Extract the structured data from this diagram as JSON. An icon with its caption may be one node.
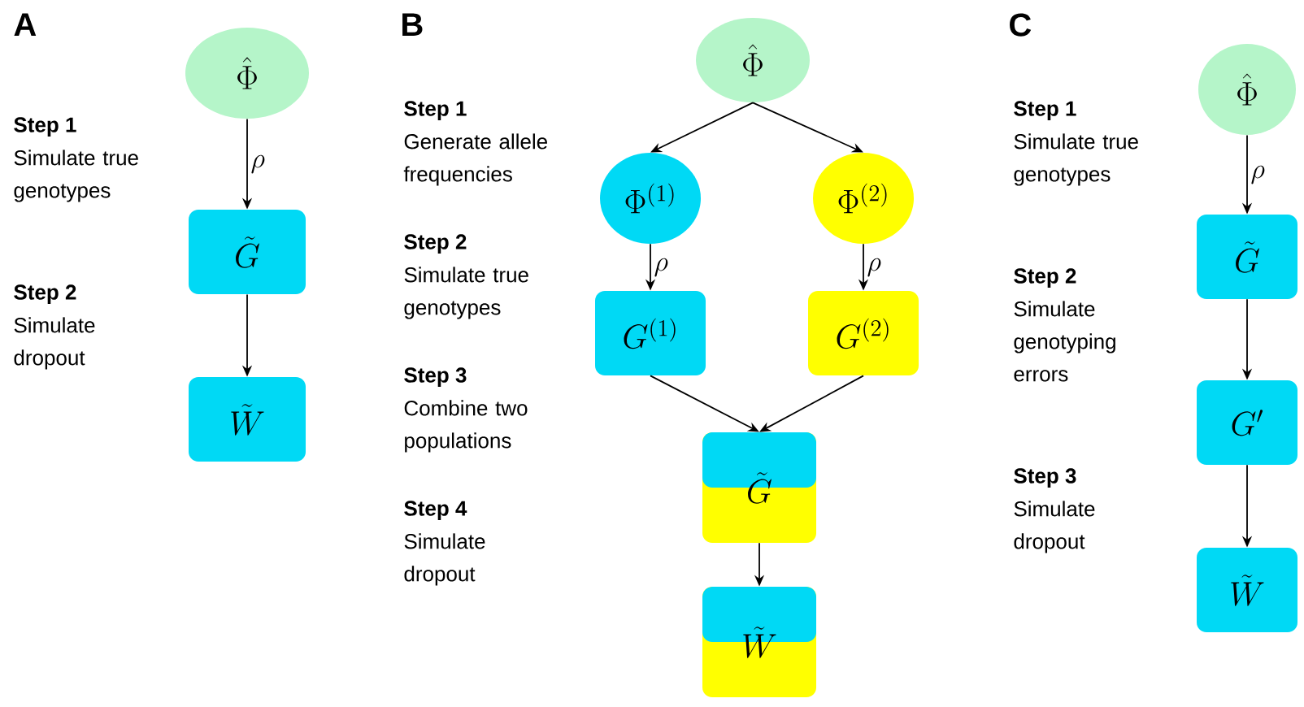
{
  "diagram": {
    "nodes": [
      {
        "text": [
          "\\hat{\\Phi}"
        ]
      },
      {
        "text": [
          "\\tilde{G}"
        ]
      },
      {
        "text": [
          "\\tilde{W}"
        ]
      },
      {
        "text": [
          "\\hat{\\Phi}"
        ]
      },
      {
        "text": [
          "\\Phi^{(1)}"
        ]
      },
      {
        "text": [
          "\\Phi^{(2)}"
        ]
      },
      {
        "text": [
          "G^{(1)}"
        ]
      },
      {
        "text": [
          "G^{(2)}"
        ]
      },
      {
        "text": [
          "\\tilde{G}"
        ]
      },
      {
        "text": [
          "\\tilde{W}"
        ]
      },
      {
        "text": [
          "\\hat{\\Phi}"
        ]
      },
      {
        "text": [
          "\\tilde{G}"
        ]
      },
      {
        "text": [
          "G'"
        ]
      },
      {
        "text": [
          "\\tilde{W}"
        ]
      }
    ],
    "edges": [
      {
        "from": 0,
        "to": 1,
        "arrow": "to",
        "label": "\\rho"
      },
      {
        "from": 1,
        "to": 2,
        "arrow": "to"
      },
      {
        "from": 3,
        "to": 4,
        "arrow": "to"
      },
      {
        "from": 3,
        "to": 5,
        "arrow": "to"
      },
      {
        "from": 4,
        "to": 6,
        "arrow": "to",
        "label": "\\rho"
      },
      {
        "from": 5,
        "to": 7,
        "arrow": "to",
        "label": "\\rho"
      },
      {
        "from": 6,
        "to": 8,
        "arrow": "to"
      },
      {
        "from": 7,
        "to": 8,
        "arrow": "to"
      },
      {
        "from": 8,
        "to": 9,
        "arrow": "to"
      },
      {
        "from": 10,
        "to": 11,
        "arrow": "to",
        "label": "\\rho"
      },
      {
        "from": 11,
        "to": 12,
        "arrow": "to"
      },
      {
        "from": 12,
        "to": 13,
        "arrow": "to"
      }
    ],
    "labels": [
      "A",
      "Step 1",
      "Simulate true genotypes",
      "Step 2",
      "Simulate dropout",
      "B",
      "Step 1",
      "Generate allele frequencies",
      "Step 2",
      "Simulate true genotypes",
      "Step 3",
      "Combine two populations",
      "Step 4",
      "Simulate dropout",
      "C",
      "Step 1",
      "Simulate true genotypes",
      "Step 2",
      "Simulate genotyping errors",
      "Step 3",
      "Simulate dropout"
    ]
  }
}
